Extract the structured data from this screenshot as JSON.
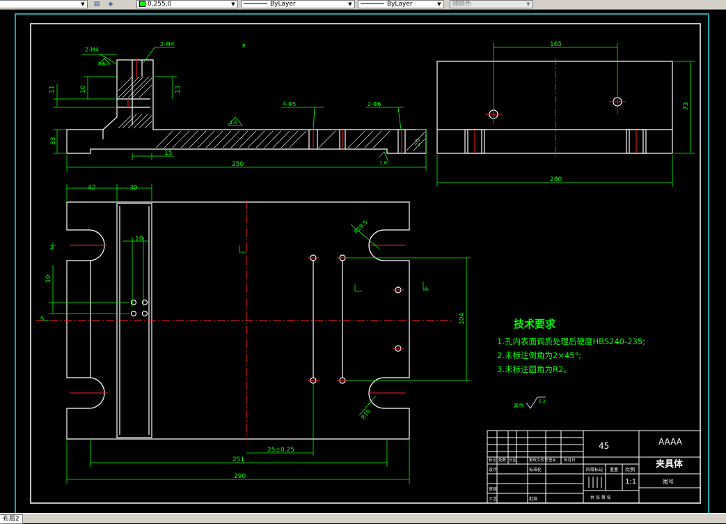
{
  "toolbar": {
    "color_value": "0,255,0",
    "linetype_value": "ByLayer",
    "lineweight_value": "ByLayer",
    "plotstyle_value": "随颜色"
  },
  "drawing": {
    "tech_title": "技术要求",
    "tech_notes": [
      "1.孔内表面调质处理后硬度HBS240-235;",
      "2.未标注倒角为2×45°;",
      "3.未标注圆角为R2。"
    ],
    "roughness_label": "其余",
    "roughness_value": "6.3",
    "dims": {
      "front_width": "250",
      "front_15": "15",
      "front_h20": "20",
      "front_h11": "11",
      "front_h10": "10",
      "front_h13": "13",
      "front_h33": "33",
      "note_2m4": "2-M4",
      "note_2m4_left": "2-M4",
      "note_4d5": "4-Φ5",
      "note_2d6": "2-Φ6",
      "finish_a": "1.6",
      "finish_b": "1.6",
      "finish_c": "1.6",
      "side_top": "165",
      "side_width": "280",
      "side_height": "73",
      "plan_top_a": "42",
      "plan_top_b": "30",
      "plan_10": "10",
      "plan_left_10": "10",
      "plan_r19": "R19.5",
      "plan_r10": "R10",
      "plan_104": "104",
      "plan_25": "25±0.25",
      "plan_251": "251",
      "plan_290": "290",
      "section_a_left": "A",
      "section_a_right": "A",
      "mark_a": "A",
      "mark_b": "B"
    },
    "title_block": {
      "material": "45",
      "company": "AAAA",
      "part_name": "夹具体",
      "scale_label": "比例",
      "scale": "1:1",
      "drawing_no_label": "图号",
      "weight_label": "重量",
      "stage_label": "阶段标记",
      "sheet_text": "共 张 第 张",
      "row_labels": [
        "标记",
        "处数",
        "分区",
        "更改文件号",
        "签名",
        "年月日"
      ],
      "design": "设计",
      "standard": "标准化",
      "review": "审核",
      "process": "工艺",
      "approve": "批准"
    }
  },
  "status": {
    "layout_tab": "布局2"
  }
}
